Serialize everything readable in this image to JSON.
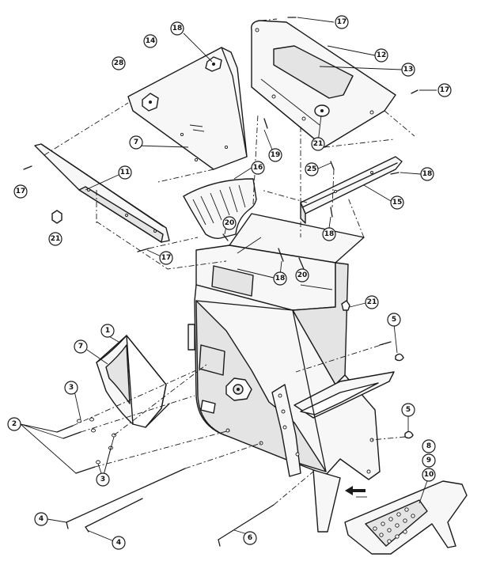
{
  "diagram": {
    "callouts": [
      {
        "id": "c17a",
        "label": "17"
      },
      {
        "id": "c12",
        "label": "12"
      },
      {
        "id": "c13",
        "label": "13"
      },
      {
        "id": "c17b",
        "label": "17"
      },
      {
        "id": "c18a",
        "label": "18"
      },
      {
        "id": "c14",
        "label": "14"
      },
      {
        "id": "c28",
        "label": "28"
      },
      {
        "id": "c7a",
        "label": "7"
      },
      {
        "id": "c19",
        "label": "19"
      },
      {
        "id": "c21a",
        "label": "21"
      },
      {
        "id": "c16",
        "label": "16"
      },
      {
        "id": "c25",
        "label": "25"
      },
      {
        "id": "c18b",
        "label": "18"
      },
      {
        "id": "c15",
        "label": "15"
      },
      {
        "id": "c11",
        "label": "11"
      },
      {
        "id": "c17c",
        "label": "17"
      },
      {
        "id": "c21b",
        "label": "21"
      },
      {
        "id": "c20a",
        "label": "20"
      },
      {
        "id": "c17d",
        "label": "17"
      },
      {
        "id": "c18c",
        "label": "18"
      },
      {
        "id": "c18d",
        "label": "18"
      },
      {
        "id": "c20b",
        "label": "20"
      },
      {
        "id": "c21c",
        "label": "21"
      },
      {
        "id": "c1",
        "label": "1"
      },
      {
        "id": "c7b",
        "label": "7"
      },
      {
        "id": "c5a",
        "label": "5"
      },
      {
        "id": "c3a",
        "label": "3"
      },
      {
        "id": "c2",
        "label": "2"
      },
      {
        "id": "c3b",
        "label": "3"
      },
      {
        "id": "c5b",
        "label": "5"
      },
      {
        "id": "c8",
        "label": "8"
      },
      {
        "id": "c9",
        "label": "9"
      },
      {
        "id": "c10",
        "label": "10"
      },
      {
        "id": "c4a",
        "label": "4"
      },
      {
        "id": "c4b",
        "label": "4"
      },
      {
        "id": "c6",
        "label": "6"
      }
    ]
  }
}
